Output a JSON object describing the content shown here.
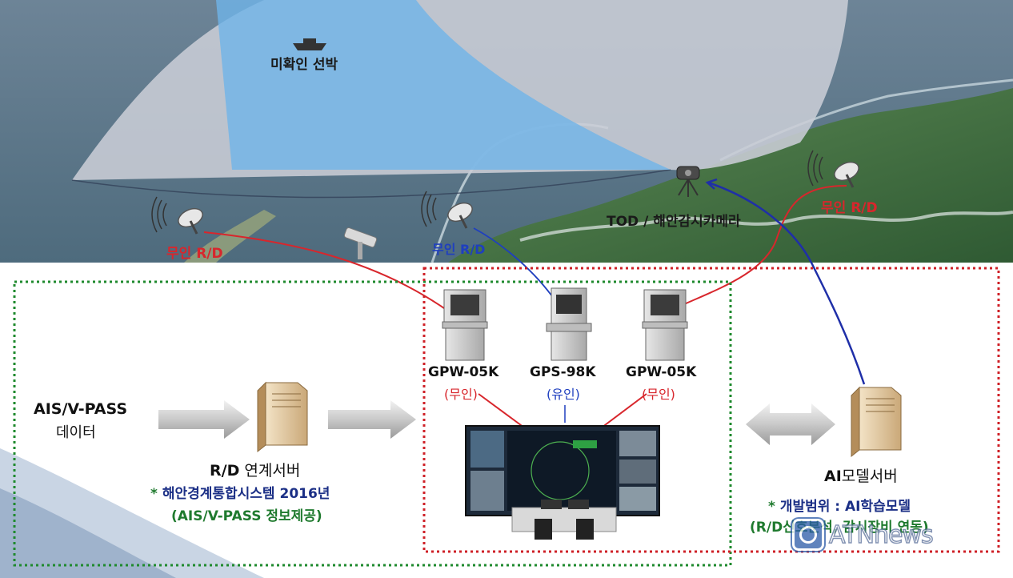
{
  "scene": {
    "unidentified_ship": "미확인 선박",
    "radar_left": "무인 R/D",
    "radar_center": "무인 R/D",
    "radar_right": "무인 R/D",
    "camera": "TOD / 해안감시카메라"
  },
  "consoles": [
    {
      "model": "GPW-05K",
      "type": "(무인)"
    },
    {
      "model": "GPS-98K",
      "type": "(유인)"
    },
    {
      "model": "GPW-05K",
      "type": "(무인)"
    }
  ],
  "ais": {
    "line1": "AIS/V-PASS",
    "line2": "데이터"
  },
  "rd_server": {
    "label_bold": "R/D",
    "label_rest": " 연계서버",
    "note_prefix": "* ",
    "note_text": "해안경계통합시스템 2016년",
    "note_line2": "(AIS/V-PASS 정보제공)"
  },
  "ai_server": {
    "label_bold": "AI",
    "label_rest": "모델서버",
    "note_prefix": "* ",
    "note_text": "개발범위 : AI학습모델",
    "note_line2": "(R/D신호분석, 감시장비 연동)"
  },
  "watermark": "ATNnews",
  "colors": {
    "red": "#d8262c",
    "blue": "#1f3fbf",
    "navy": "#1b2f86",
    "green": "#1f7a2e",
    "sea": "#5c7a8e",
    "land": "#3f6e3a"
  }
}
